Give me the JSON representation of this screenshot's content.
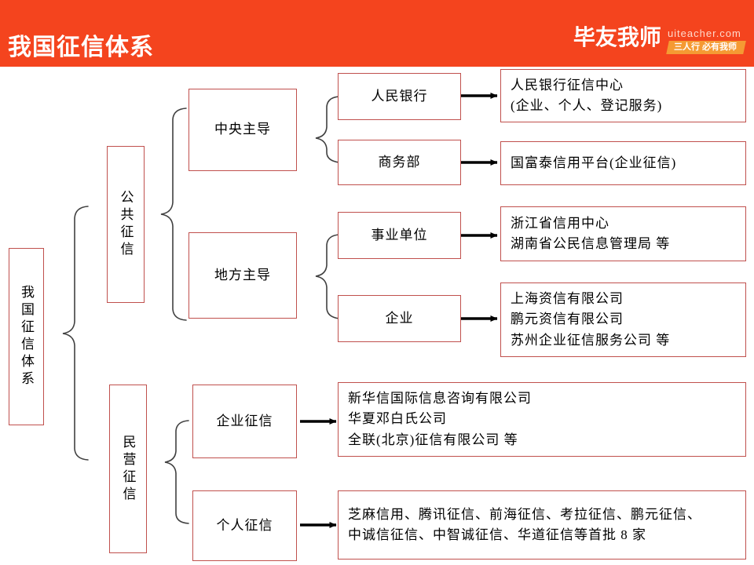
{
  "header": {
    "title": "我国征信体系",
    "brand_name": "毕友我师",
    "brand_domain": "uiteacher.com",
    "brand_badge": "三人行 必有我师",
    "band_color": "#F4441E",
    "badge_color": "#F59A33",
    "title_color": "#FFFFFF"
  },
  "theme": {
    "box_border": "#C0504D",
    "connector": "#404040",
    "arrow": "#000000",
    "text": "#000000"
  },
  "diagram": {
    "root": {
      "label": "我国征信体系"
    },
    "level1": [
      {
        "label": "公共征信"
      },
      {
        "label": "民营征信"
      }
    ],
    "level2": [
      {
        "label": "中央主导"
      },
      {
        "label": "地方主导"
      },
      {
        "label": "企业征信"
      },
      {
        "label": "个人征信"
      }
    ],
    "level3": [
      {
        "label": "人民银行"
      },
      {
        "label": "商务部"
      },
      {
        "label": "事业单位"
      },
      {
        "label": "企业"
      }
    ],
    "level4": [
      {
        "label": "人民银行征信中心\n(企业、个人、登记服务)"
      },
      {
        "label": "国富泰信用平台(企业征信)"
      },
      {
        "label": "浙江省信用中心\n湖南省公民信息管理局  等"
      },
      {
        "label": "上海资信有限公司\n鹏元资信有限公司\n苏州企业征信服务公司  等"
      },
      {
        "label": "新华信国际信息咨询有限公司\n华夏邓白氏公司\n全联(北京)征信有限公司  等"
      },
      {
        "label": "芝麻信用、腾讯征信、前海征信、考拉征信、鹏元征信、\n中诚信征信、中智诚征信、华道征信等首批 8 家"
      }
    ]
  }
}
